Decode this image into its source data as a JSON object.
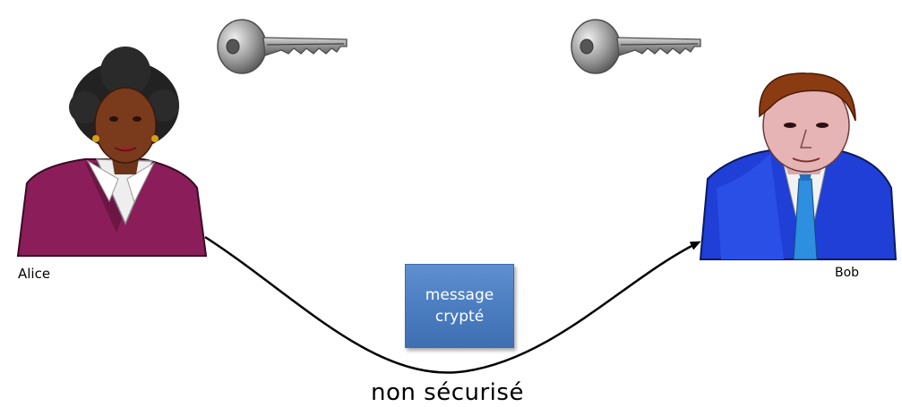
{
  "people": {
    "sender": {
      "label": "Alice"
    },
    "receiver": {
      "label": "Bob"
    }
  },
  "message": {
    "line1": "message",
    "line2": "crypté"
  },
  "channel": {
    "label": "non sécurisé"
  },
  "keys": [
    {
      "icon": "key-icon",
      "color": "#8a8a8a"
    },
    {
      "icon": "key-icon",
      "color": "#8a8a8a"
    }
  ],
  "colors": {
    "message_box": "#4a7cc0",
    "alice_jacket": "#8b1e5a",
    "bob_jacket": "#1f3fd6"
  }
}
